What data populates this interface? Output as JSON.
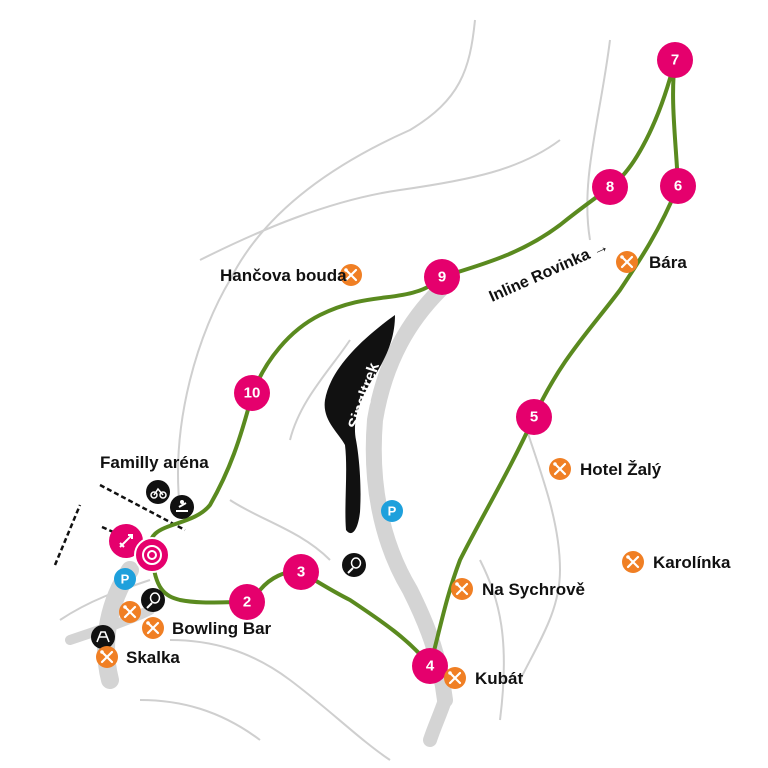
{
  "colors": {
    "route": "#5a8a1f",
    "stop": "#e5006d",
    "restaurant": "#f07f24",
    "parking": "#1ea0dc",
    "road": "#d4d4d4",
    "contour": "#cfcfcf",
    "dark": "#111111"
  },
  "stops": [
    {
      "label": "2"
    },
    {
      "label": "3"
    },
    {
      "label": "4"
    },
    {
      "label": "5"
    },
    {
      "label": "6"
    },
    {
      "label": "7"
    },
    {
      "label": "8"
    },
    {
      "label": "9"
    },
    {
      "label": "10"
    }
  ],
  "places": {
    "hancova_bouda": "Hančova bouda",
    "bara": "Bára",
    "hotel_zaly": "Hotel Žalý",
    "karolinka": "Karolínka",
    "na_sychrove": "Na Sychrově",
    "kubat": "Kubát",
    "bowling_bar": "Bowling Bar",
    "skalka": "Skalka",
    "familly_arena": "Familly aréna",
    "singltrek": "Singltrek",
    "inline_rovinka": "Inline Rovinka →"
  },
  "parking_label": "P",
  "icons": {
    "restaurant": "fork-knife-icon",
    "parking": "parking-icon",
    "tennis": "tennis-racket-icon",
    "bike": "bike-icon",
    "sled": "sled-icon",
    "rocket": "rocket-icon",
    "target": "target-icon",
    "playground": "playground-icon"
  }
}
